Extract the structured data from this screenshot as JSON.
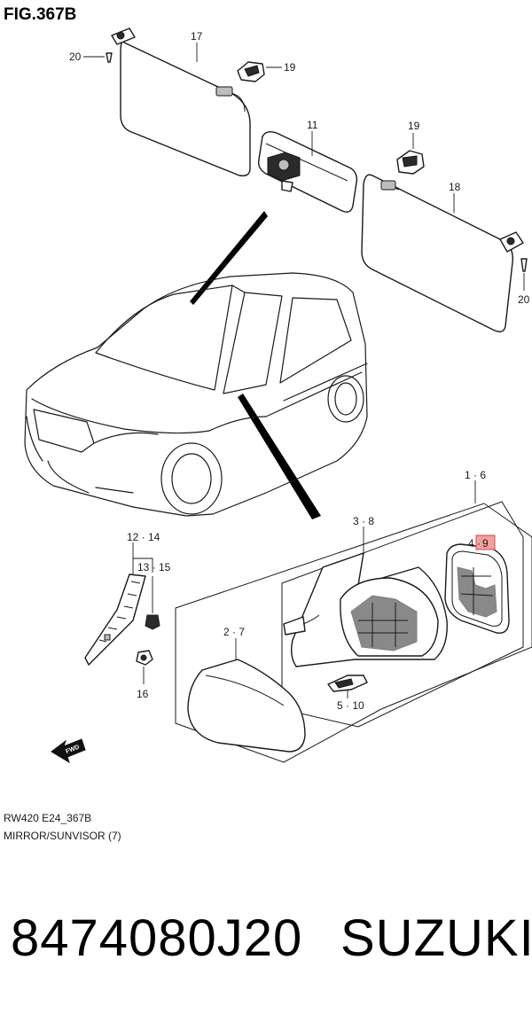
{
  "figure": {
    "title": "FIG.367B",
    "code_line": "RW420 E24_367B",
    "caption": "MIRROR/SUNVISOR (7)"
  },
  "callouts": {
    "c17": "17",
    "c20_left": "20",
    "c19_top": "19",
    "c11": "11",
    "c19_right": "19",
    "c18": "18",
    "c20_right": "20",
    "c1_6": "1 · 6",
    "c3_8": "3 · 8",
    "c4_9_prefix": "4 ·",
    "c4_9_highlight": "9",
    "c2_7": "2 · 7",
    "c5_10": "5 · 10",
    "c12_14": "12 · 14",
    "c13_15": "13 · 15",
    "c16": "16"
  },
  "fwd_label": "FWD",
  "footer": {
    "part_number": "8474080J20",
    "brand": "SUZUKI"
  },
  "colors": {
    "highlight_box": "#f5a0a0",
    "line": "#1a1a1a"
  }
}
